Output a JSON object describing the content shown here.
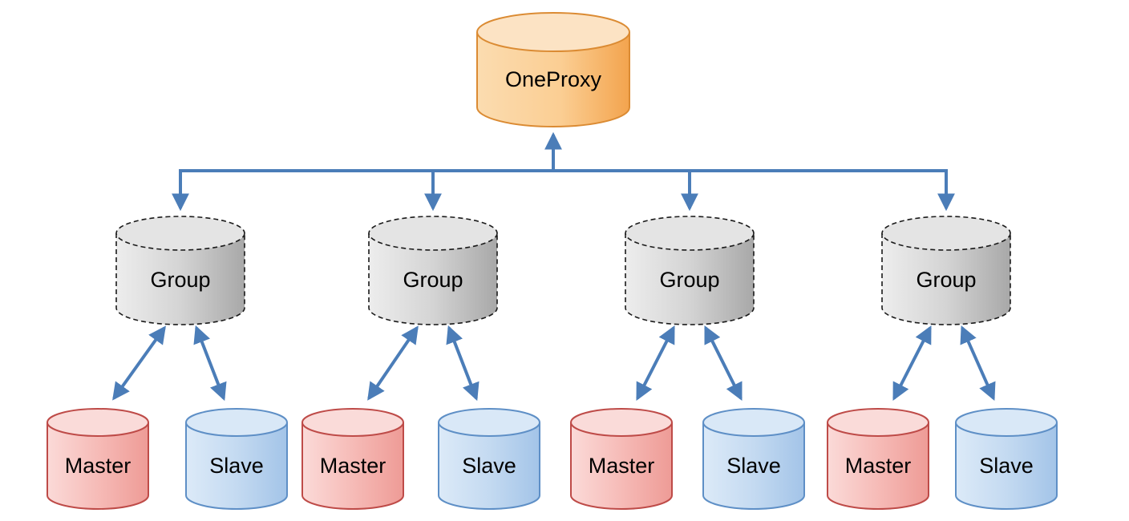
{
  "diagram": {
    "root": {
      "label": "OneProxy"
    },
    "groups": [
      {
        "label": "Group",
        "children": [
          {
            "label": "Master"
          },
          {
            "label": "Slave"
          }
        ]
      },
      {
        "label": "Group",
        "children": [
          {
            "label": "Master"
          },
          {
            "label": "Slave"
          }
        ]
      },
      {
        "label": "Group",
        "children": [
          {
            "label": "Master"
          },
          {
            "label": "Slave"
          }
        ]
      },
      {
        "label": "Group",
        "children": [
          {
            "label": "Master"
          },
          {
            "label": "Slave"
          }
        ]
      }
    ],
    "colors": {
      "arrow": "#4B7DB8",
      "proxy_fill": "#F9C98F",
      "proxy_border": "#DB8B33",
      "group_fill": "#CDCDCD",
      "group_border": "#1A1A1A",
      "master_fill": "#F5B5B1",
      "master_border": "#BE4B48",
      "slave_fill": "#BCD6F0",
      "slave_border": "#5E8FC6"
    }
  }
}
